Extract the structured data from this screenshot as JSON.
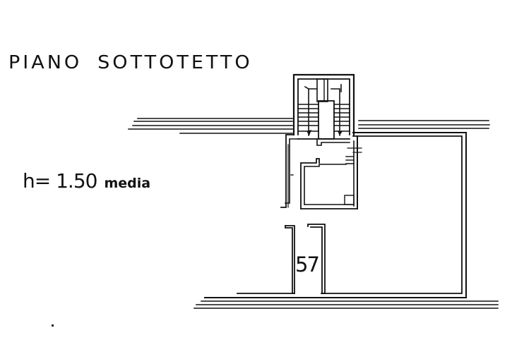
{
  "drawing": {
    "title": {
      "word1": "PIANO",
      "word2": "SOTTOTETTO"
    },
    "height_note": {
      "value": "h= 1.50",
      "unit": "media"
    },
    "room_number": "57",
    "elements": {
      "stairwell": "staircase with two flights and down arrows",
      "unit_outline": "main attic space outline",
      "small_room": "inner room below stairwell",
      "corridor_walls": "corridor leading to space 57",
      "terrace_lines": "parallel hatch lines top and bottom"
    },
    "colors": {
      "ink": "#111111",
      "paper": "#ffffff"
    }
  }
}
